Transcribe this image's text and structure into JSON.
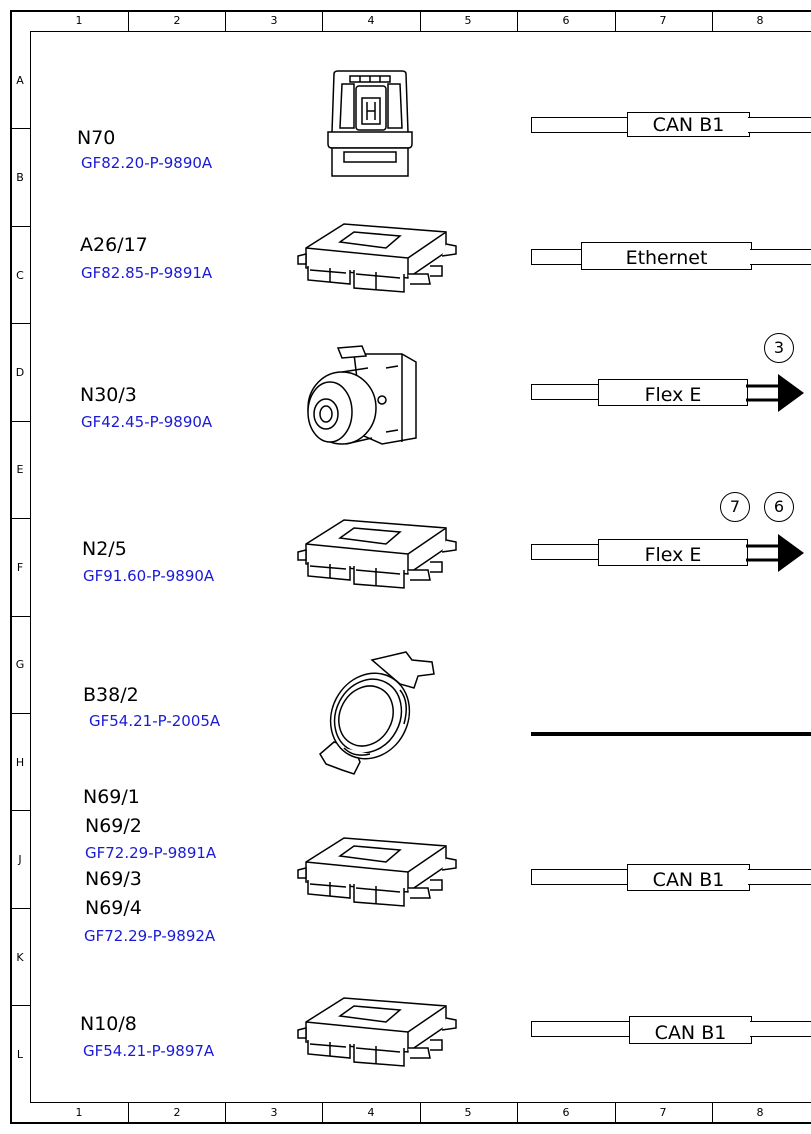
{
  "grid": {
    "columns": [
      "1",
      "2",
      "3",
      "4",
      "5",
      "6",
      "7",
      "8"
    ],
    "rows": [
      "A",
      "B",
      "C",
      "D",
      "E",
      "F",
      "G",
      "H",
      "J",
      "K",
      "L"
    ]
  },
  "components": [
    {
      "codes": [
        "N70"
      ],
      "refs": [
        "GF82.20-P-9890A"
      ],
      "icon": "overhead-control-panel-icon",
      "bus": "CAN B1"
    },
    {
      "codes": [
        "A26/17"
      ],
      "refs": [
        "GF82.85-P-9891A"
      ],
      "icon": "control-unit-icon",
      "bus": "Ethernet"
    },
    {
      "codes": [
        "N30/3"
      ],
      "refs": [
        "GF42.45-P-9890A"
      ],
      "icon": "abs-pump-icon",
      "bus": "Flex E",
      "circle_refs": [
        "3"
      ]
    },
    {
      "codes": [
        "N2/5"
      ],
      "refs": [
        "GF91.60-P-9890A"
      ],
      "icon": "control-unit-icon",
      "bus": "Flex E",
      "circle_refs": [
        "7",
        "6"
      ]
    },
    {
      "codes": [
        "B38/2"
      ],
      "refs": [
        "GF54.21-P-2005A"
      ],
      "icon": "rain-light-sensor-icon",
      "bus": ""
    },
    {
      "codes": [
        "N69/1",
        "N69/2",
        "N69/3",
        "N69/4"
      ],
      "refs": [
        "GF72.29-P-9891A",
        "GF72.29-P-9892A"
      ],
      "icon": "control-unit-icon",
      "bus": "CAN B1"
    },
    {
      "codes": [
        "N10/8"
      ],
      "refs": [
        "GF54.21-P-9897A"
      ],
      "icon": "control-unit-icon",
      "bus": "CAN B1"
    }
  ],
  "colors": {
    "reference_link": "#1a1ad6",
    "line": "#000000"
  }
}
